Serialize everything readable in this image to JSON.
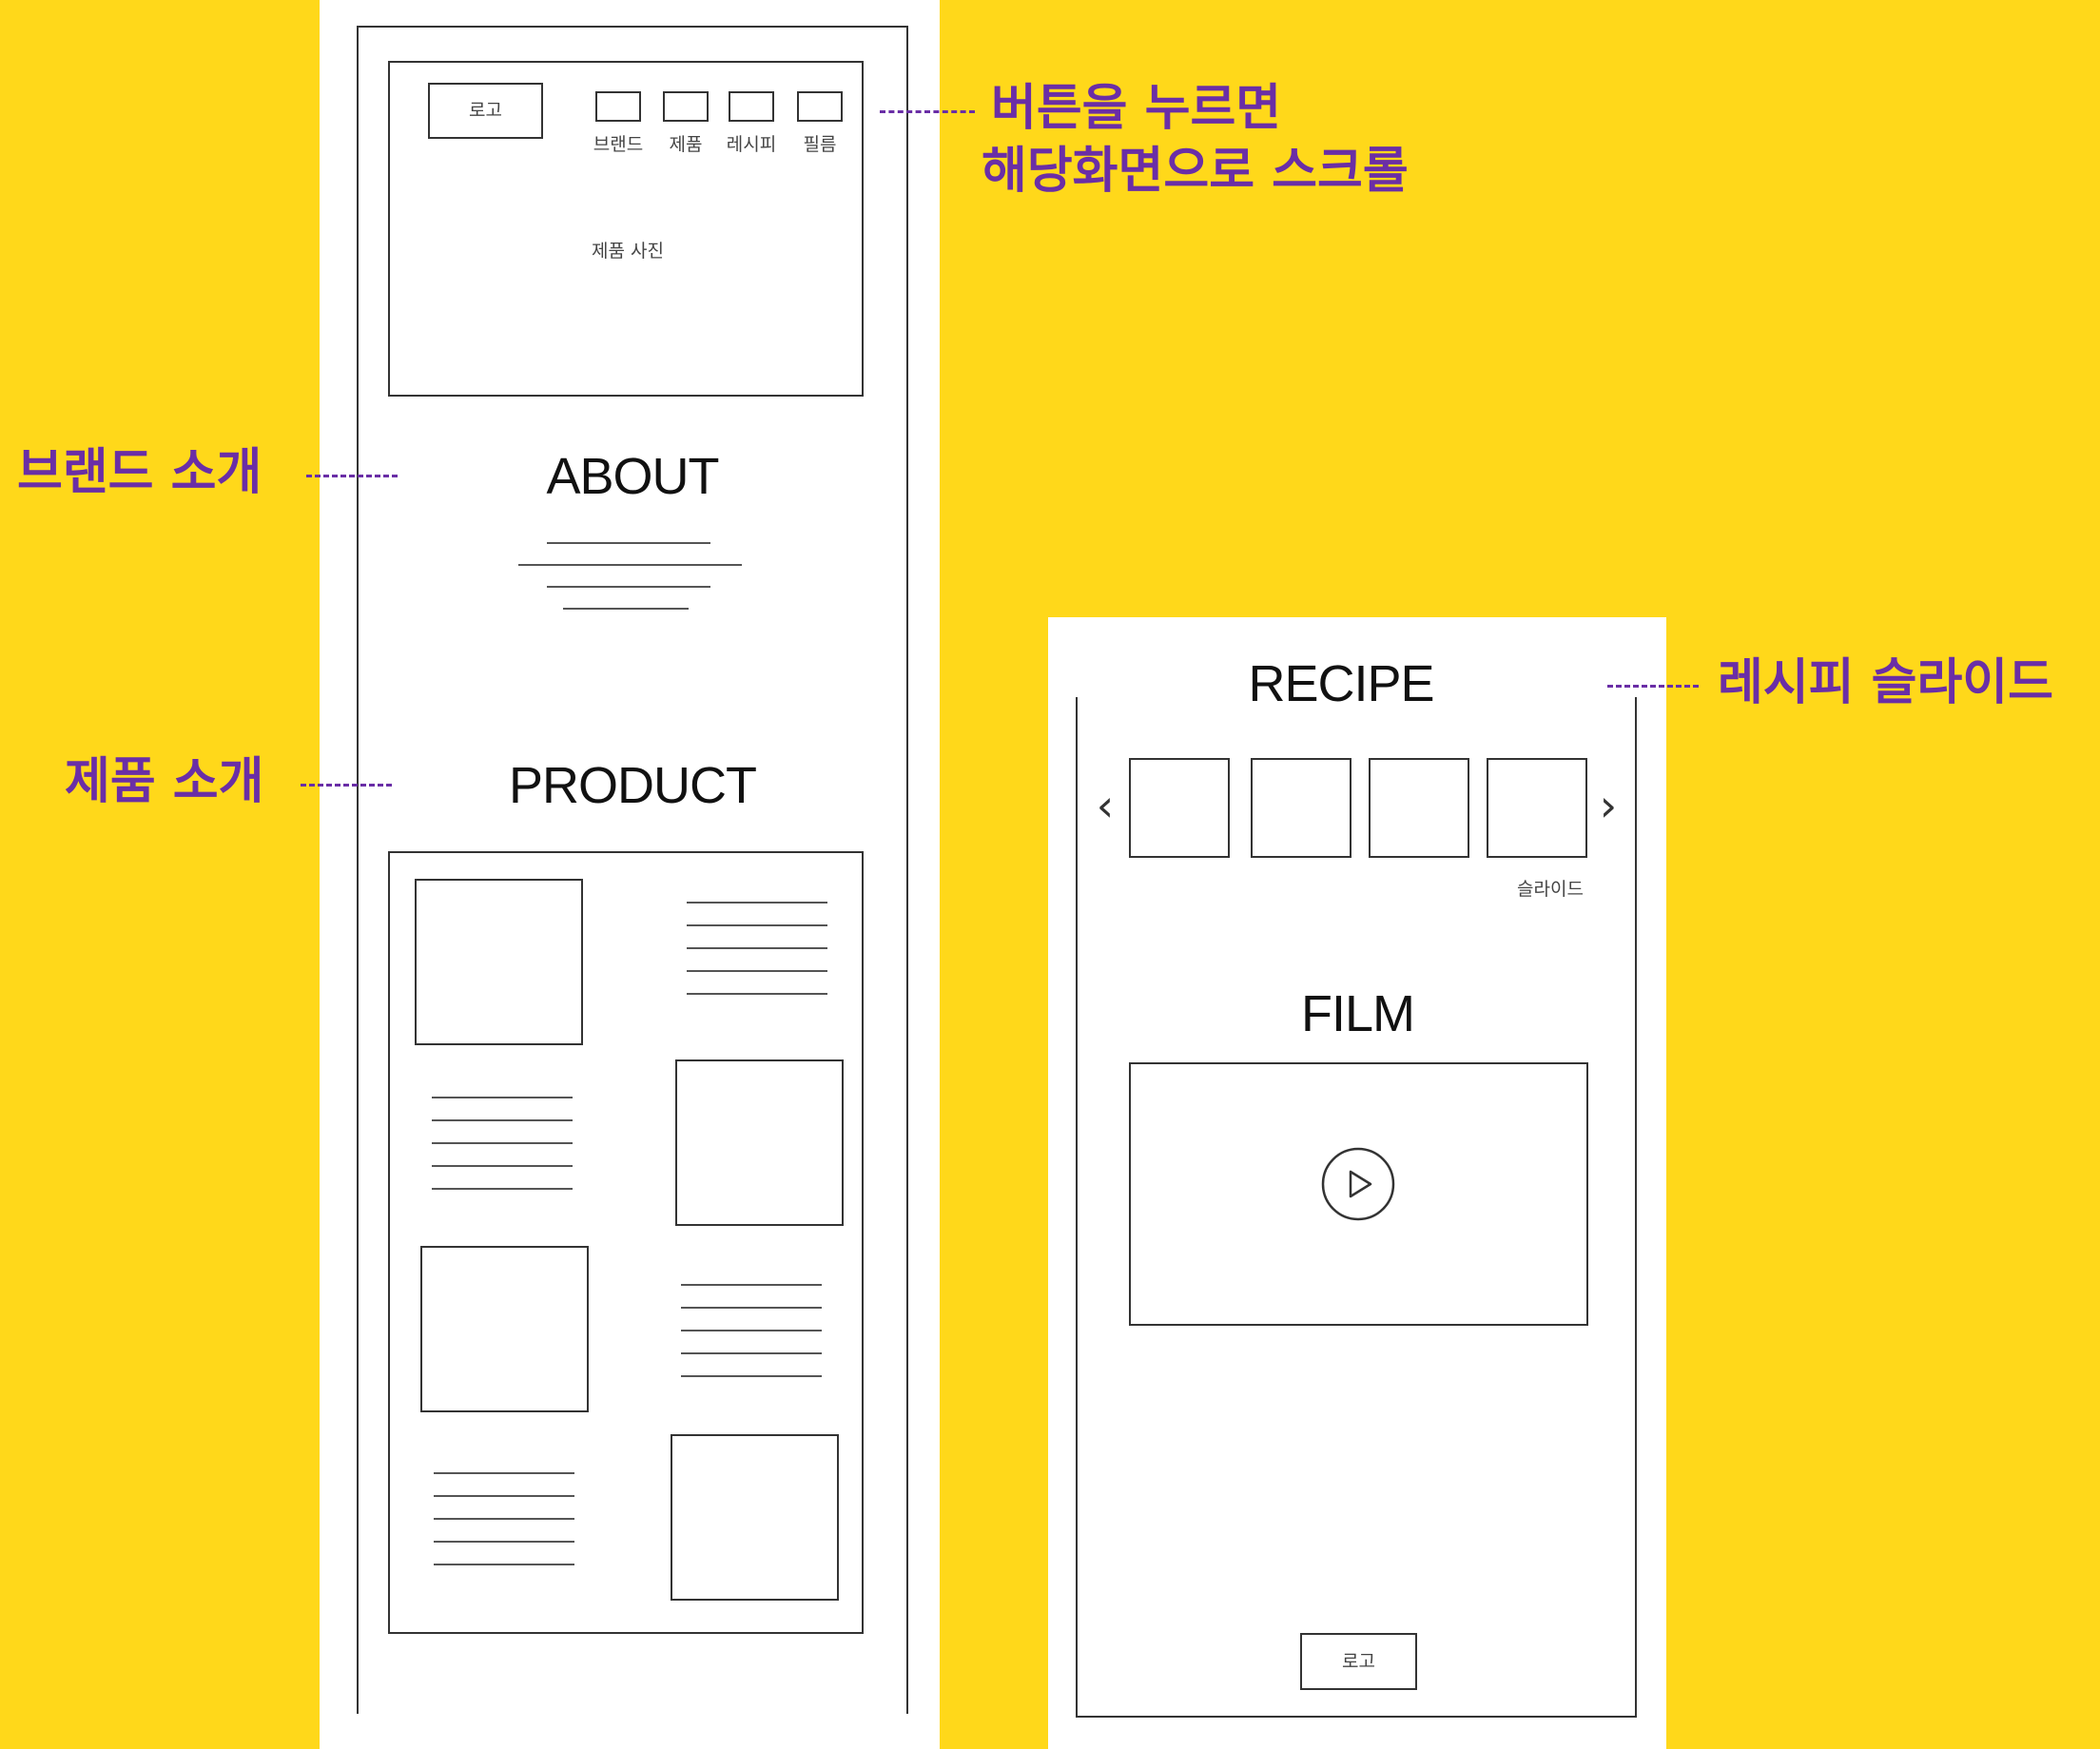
{
  "left_page": {
    "header": {
      "logo_label": "로고",
      "nav_buttons": [
        "브랜드",
        "제품",
        "레시피",
        "필름"
      ],
      "hero_label": "제품 사진"
    },
    "about": {
      "title": "ABOUT"
    },
    "product": {
      "title": "PRODUCT"
    }
  },
  "right_page": {
    "recipe": {
      "title": "RECIPE",
      "slide_label": "슬라이드",
      "prev_symbol": "‹",
      "next_symbol": "›"
    },
    "film": {
      "title": "FILM"
    },
    "footer": {
      "logo_label": "로고"
    }
  },
  "annotations": {
    "nav_note_line1": "버튼을 누르면",
    "nav_note_line2": "해당화면으로 스크롤",
    "about_note": "브랜드 소개",
    "product_note": "제품 소개",
    "recipe_note": "레시피 슬라이드"
  },
  "colors": {
    "background": "#FFD81A",
    "annotation": "#6A2EA6",
    "sheet": "#FFFFFF",
    "line": "#333333"
  },
  "icons": {
    "film_play": "play-icon"
  }
}
